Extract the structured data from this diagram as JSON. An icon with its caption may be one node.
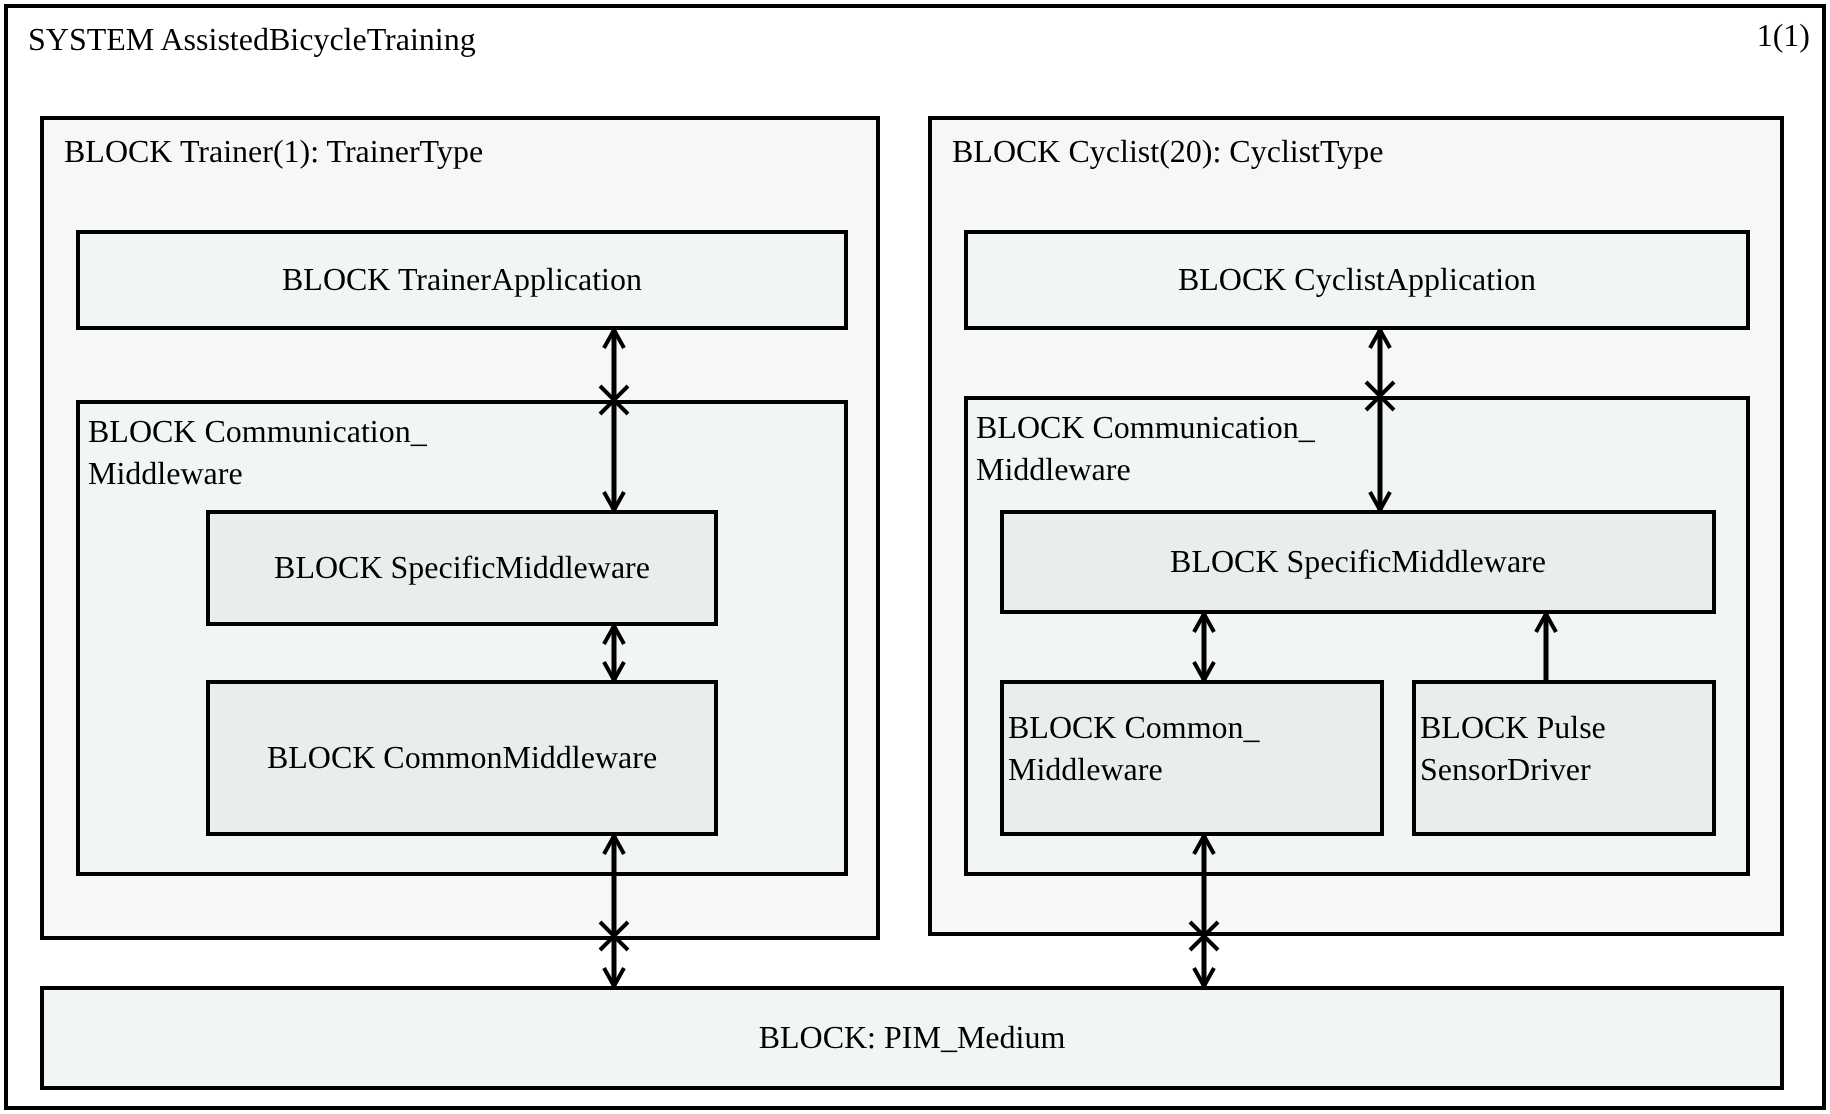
{
  "diagram": {
    "nodes": [
      {
        "text": [
          "SYSTEM AssistedBicycleTraining"
        ]
      },
      {
        "text": [
          "BLOCK Trainer(1): TrainerType"
        ],
        "in": 0
      },
      {
        "text": [
          "BLOCK TrainerApplication"
        ],
        "in": 1
      },
      {
        "text": [
          "BLOCK Communication_ Middleware"
        ],
        "in": 1
      },
      {
        "text": [
          "BLOCK SpecificMiddleware"
        ],
        "in": 3
      },
      {
        "text": [
          "BLOCK CommonMiddleware"
        ],
        "in": 3
      },
      {
        "text": [
          "BLOCK Cyclist(20): CyclistType"
        ],
        "in": 0
      },
      {
        "text": [
          "BLOCK CyclistApplication"
        ],
        "in": 6
      },
      {
        "text": [
          "BLOCK Communication_ Middleware"
        ],
        "in": 6
      },
      {
        "text": [
          "BLOCK SpecificMiddleware"
        ],
        "in": 8
      },
      {
        "text": [
          "BLOCK Common_ Middleware"
        ],
        "in": 8
      },
      {
        "text": [
          "BLOCK Pulse SensorDriver"
        ],
        "in": 8
      },
      {
        "text": [
          "BLOCK: PIM_Medium"
        ],
        "in": 0
      }
    ],
    "edges": [
      {
        "from": 2,
        "to": 4,
        "arrow": "both"
      },
      {
        "from": 4,
        "to": 5,
        "arrow": "both"
      },
      {
        "from": 5,
        "to": 12,
        "arrow": "both"
      },
      {
        "from": 7,
        "to": 9,
        "arrow": "both"
      },
      {
        "from": 9,
        "to": 10,
        "arrow": "both"
      },
      {
        "from": 11,
        "to": 9,
        "arrow": "to"
      },
      {
        "from": 10,
        "to": 12,
        "arrow": "both"
      }
    ],
    "labels": [
      "1(1)"
    ]
  }
}
